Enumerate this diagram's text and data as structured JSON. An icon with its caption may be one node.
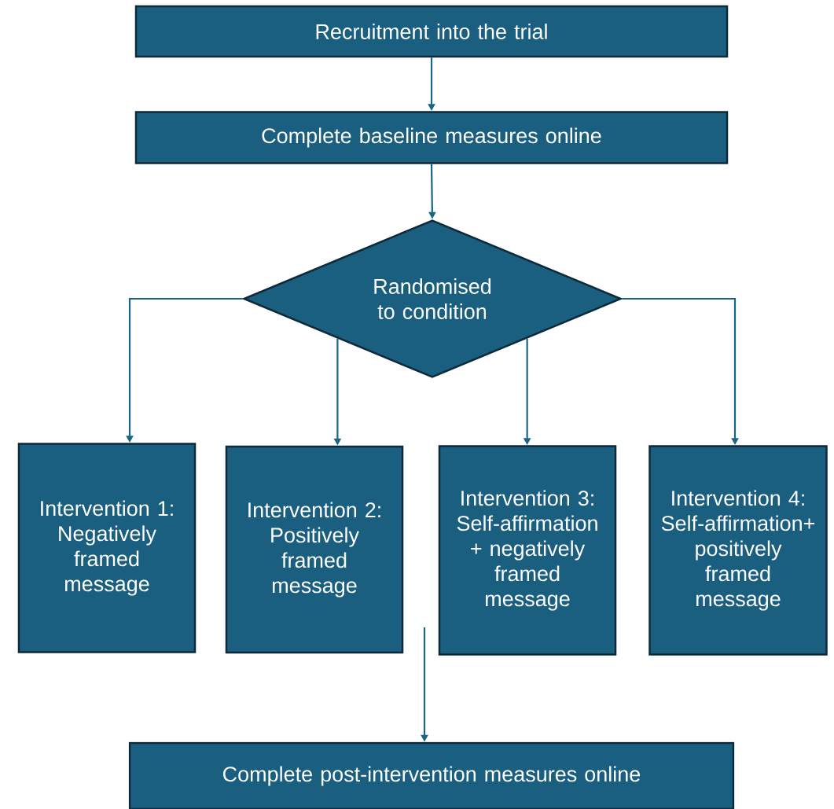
{
  "diagram": {
    "nodes": [
      {
        "text": [
          "Recruitment into the trial"
        ]
      },
      {
        "text": [
          "Complete baseline measures online"
        ]
      },
      {
        "text": [
          "Randomised to condition"
        ]
      },
      {
        "text": [
          "Intervention 1: Negatively framed message"
        ]
      },
      {
        "text": [
          "Intervention 2: Positively framed message"
        ]
      },
      {
        "text": [
          "Intervention 3: Self-affirmation + negatively framed message"
        ]
      },
      {
        "text": [
          "Intervention 4: Self-affirmation+ positively framed message"
        ]
      },
      {
        "text": [
          "Complete post-intervention measures online"
        ]
      }
    ],
    "edges": [
      {
        "from": 0,
        "to": 1,
        "arrow": "to"
      },
      {
        "from": 1,
        "to": 2,
        "arrow": "to"
      },
      {
        "from": 2,
        "to": 3,
        "arrow": "to"
      },
      {
        "from": 2,
        "to": 4,
        "arrow": "to"
      },
      {
        "from": 2,
        "to": 5,
        "arrow": "to"
      },
      {
        "from": 2,
        "to": 6,
        "arrow": "to"
      },
      {
        "from": null,
        "to": 7,
        "arrow": "to"
      }
    ]
  }
}
